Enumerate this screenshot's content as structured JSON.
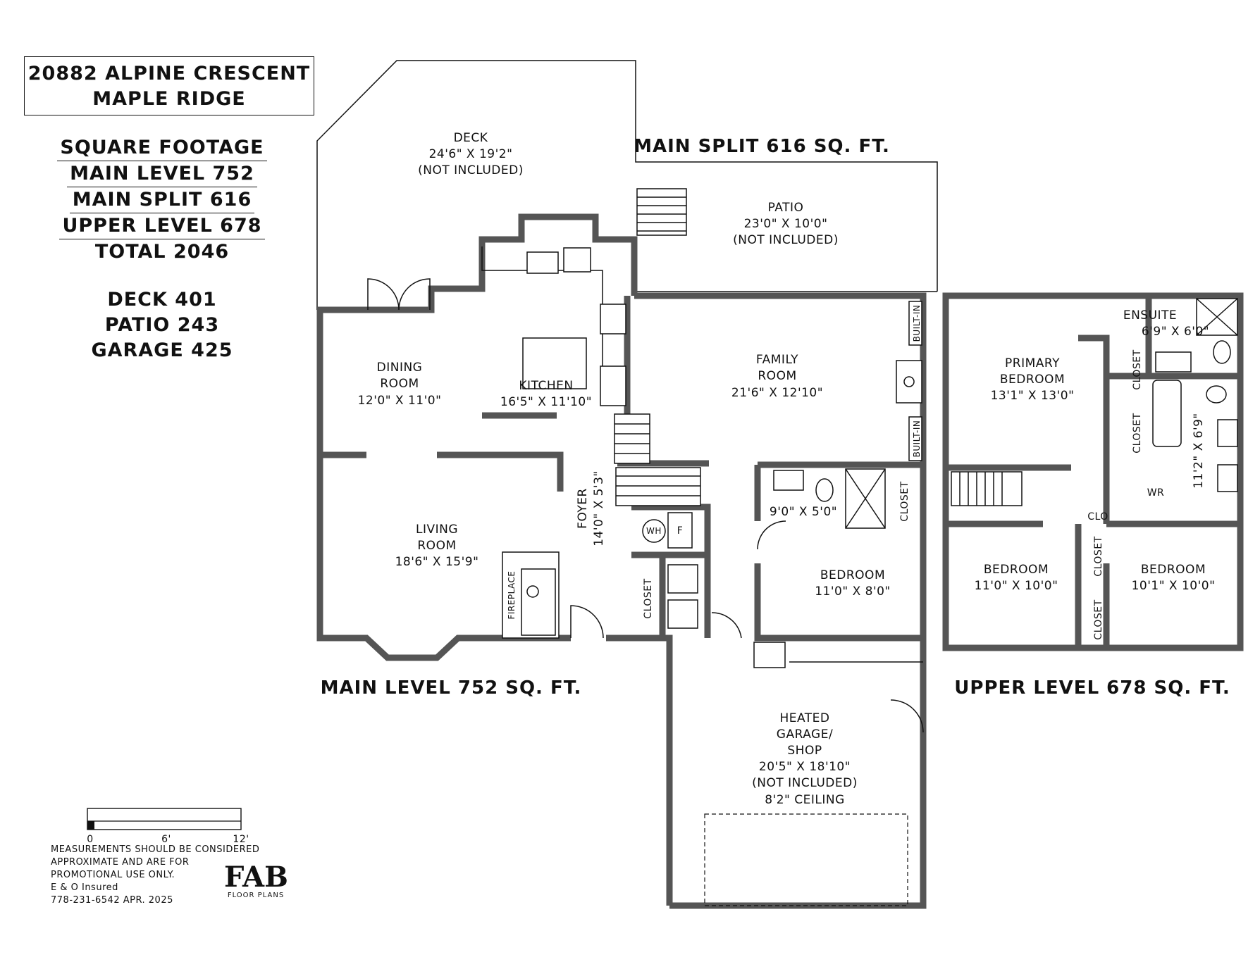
{
  "address": {
    "line1": "20882 ALPINE CRESCENT",
    "line2": "MAPLE RIDGE"
  },
  "summary": {
    "heading": "SQUARE FOOTAGE",
    "main_level": "MAIN LEVEL 752",
    "main_split": "MAIN SPLIT 616",
    "upper_level": "UPPER LEVEL 678",
    "total": "TOTAL 2046",
    "deck": "DECK 401",
    "patio": "PATIO 243",
    "garage": "GARAGE 425"
  },
  "level_titles": {
    "main_split": "MAIN SPLIT 616 SQ. FT.",
    "main_level": "MAIN LEVEL 752 SQ. FT.",
    "upper_level": "UPPER LEVEL 678 SQ. FT."
  },
  "rooms": {
    "deck": {
      "name": "DECK",
      "dims": "24'6\" X 19'2\"",
      "note": "(NOT INCLUDED)"
    },
    "patio": {
      "name": "PATIO",
      "dims": "23'0\" X 10'0\"",
      "note": "(NOT INCLUDED)"
    },
    "dining": {
      "name1": "DINING",
      "name2": "ROOM",
      "dims": "12'0\" X 11'0\""
    },
    "kitchen": {
      "name": "KITCHEN",
      "dims": "16'5\" X 11'10\""
    },
    "family": {
      "name1": "FAMILY",
      "name2": "ROOM",
      "dims": "21'6\" X 12'10\""
    },
    "living": {
      "name1": "LIVING",
      "name2": "ROOM",
      "dims": "18'6\" X 15'9\""
    },
    "foyer": {
      "name": "FOYER",
      "dims": "14'0\" X 5'3\""
    },
    "bath_main": {
      "dims": "9'0\" X 5'0\""
    },
    "bedroom_main": {
      "name": "BEDROOM",
      "dims": "11'0\" X 8'0\""
    },
    "garage": {
      "name1": "HEATED",
      "name2": "GARAGE/",
      "name3": "SHOP",
      "dims": "20'5\" X 18'10\"",
      "note": "(NOT INCLUDED)",
      "ceiling": "8'2\" CEILING"
    },
    "primary": {
      "name1": "PRIMARY",
      "name2": "BEDROOM",
      "dims": "13'1\" X 13'0\""
    },
    "ensuite": {
      "name": "ENSUITE",
      "dims": "6'9\" X 6'0\""
    },
    "upper_bath": {
      "dims": "11'2\" X 6'9\""
    },
    "bedroom_up_left": {
      "name": "BEDROOM",
      "dims": "11'0\" X 10'0\""
    },
    "bedroom_up_right": {
      "name": "BEDROOM",
      "dims": "10'1\" X 10'0\""
    }
  },
  "fixtures": {
    "closet": "CLOSET",
    "clo": "CLO",
    "built_in": "BUILT-IN",
    "fireplace": "FIREPLACE",
    "water_heater": "WH",
    "furnace": "F",
    "wr": "WR"
  },
  "scale": {
    "t0": "0",
    "t1": "6'",
    "t2": "12'"
  },
  "disclaimer": {
    "line1": "MEASUREMENTS SHOULD BE CONSIDERED",
    "line2": "APPROXIMATE AND ARE FOR",
    "line3": "PROMOTIONAL USE ONLY.",
    "line4": "E & O Insured",
    "line5": "778-231-6542  APR. 2025"
  },
  "logo": {
    "mark": "FAB",
    "sub": "FLOOR PLANS"
  }
}
